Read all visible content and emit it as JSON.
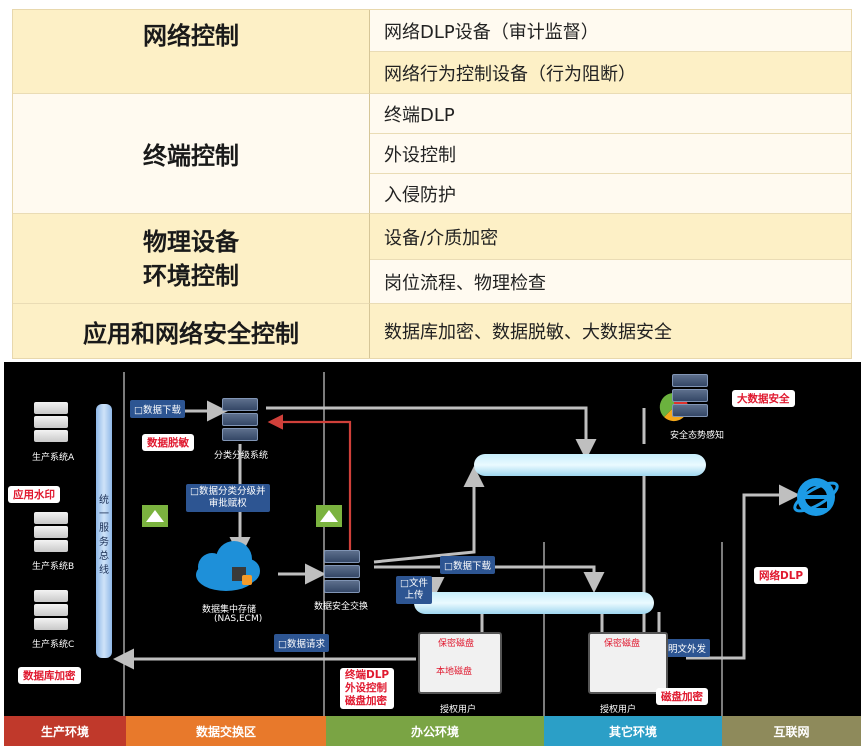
{
  "table": {
    "rows": [
      {
        "left": "网络控制",
        "right": [
          "网络DLP设备（审计监督）",
          "网络行为控制设备（行为阻断）"
        ]
      },
      {
        "left": "终端控制",
        "right": [
          "终端DLP",
          "外设控制",
          "入侵防护"
        ]
      },
      {
        "left_line1": "物理设备",
        "left_line2": "环境控制",
        "right": [
          "设备/介质加密",
          "岗位流程、物理检查"
        ]
      },
      {
        "left": "应用和网络安全控制",
        "right": [
          "数据库加密、数据脱敏、大数据安全"
        ]
      }
    ]
  },
  "diagram": {
    "systems": [
      "生产系统A",
      "生产系统B",
      "生产系统C"
    ],
    "bus_label": "统一服务总线",
    "classify_system": "分类分级系统",
    "storage": "数据集中存储",
    "storage_sub": "(NAS,ECM)",
    "exchange": "数据安全交换",
    "situation": "安全态势感知",
    "authorized_user_1": "授权用户",
    "authorized_user_2": "授权用户",
    "secret_disk_1": "保密磁盘",
    "local_disk": "本地磁盘",
    "secret_disk_2": "保密磁盘",
    "flows": {
      "download_1": "数据下载",
      "classify_approve_1": "数据分类分级并",
      "classify_approve_2": "审批赋权",
      "download_2": "数据下载",
      "file_upload_1": "文件",
      "file_upload_2": "上传",
      "data_request": "数据请求",
      "plain_out": "明文外发"
    },
    "tags": {
      "desensitize": "数据脱敏",
      "app_watermark": "应用水印",
      "db_encrypt": "数据库加密",
      "big_data": "大数据安全",
      "net_dlp": "网络DLP",
      "terminal_1": "终端DLP",
      "terminal_2": "外设控制",
      "terminal_3": "磁盘加密",
      "disk_encrypt": "磁盘加密"
    },
    "zones": [
      "生产环境",
      "数据交换区",
      "办公环境",
      "其它环境",
      "互联网"
    ],
    "colors": {
      "red": "#e0192f",
      "zone1": "#c0392b",
      "zone2": "#e8792b",
      "zone3": "#7aa444",
      "zone4": "#2b9fc7",
      "zone5": "#8e8a5b"
    }
  }
}
